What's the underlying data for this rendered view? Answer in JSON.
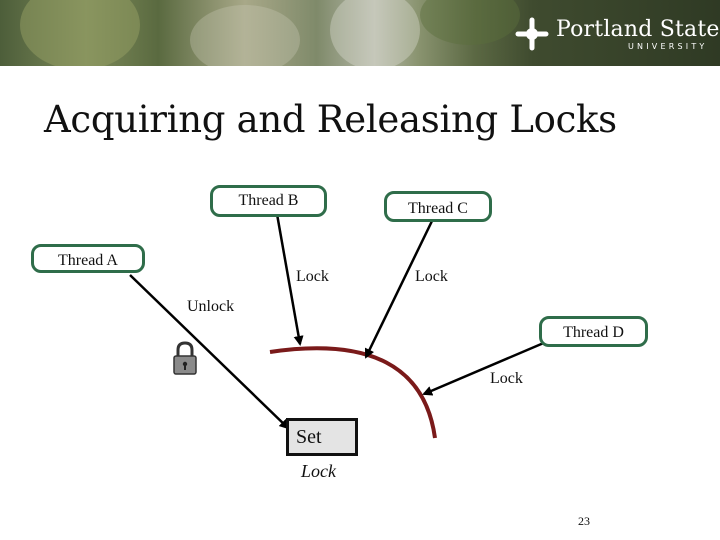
{
  "header": {
    "university_name": "Portland State",
    "university_sub": "UNIVERSITY"
  },
  "slide": {
    "title": "Acquiring and Releasing Locks",
    "page_number": "23"
  },
  "diagram": {
    "threads": {
      "a": "Thread A",
      "b": "Thread B",
      "c": "Thread C",
      "d": "Thread D"
    },
    "labels": {
      "b_lock": "Lock",
      "c_lock": "Lock",
      "a_unlock": "Unlock",
      "d_lock": "Lock"
    },
    "set_label": "Set",
    "set_lock_label": "Lock",
    "colors": {
      "box_border": "#2f6d4a",
      "wall": "#7a1a1a",
      "arrow": "#000000"
    },
    "icons": {
      "padlock": "padlock-icon",
      "logo": "psu-logo-icon"
    }
  }
}
